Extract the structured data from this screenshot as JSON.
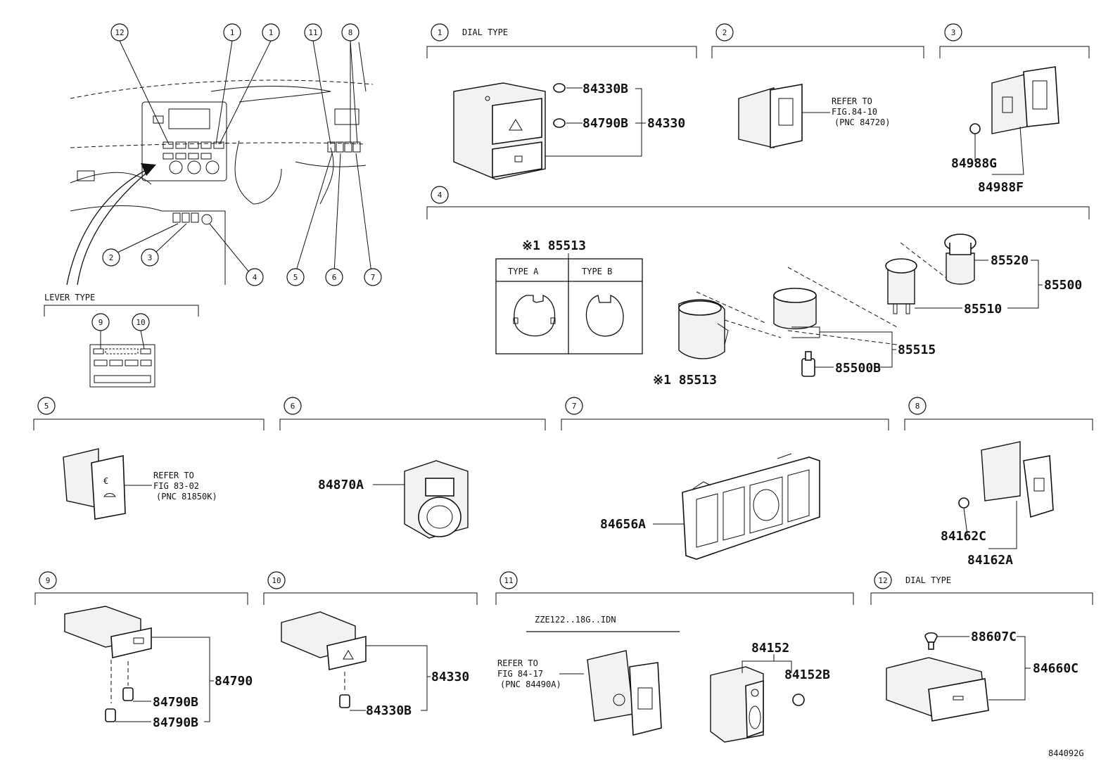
{
  "callouts": {
    "c1": "1",
    "c2": "2",
    "c3": "3",
    "c4": "4",
    "c5": "5",
    "c6": "6",
    "c7": "7",
    "c8": "8",
    "c9": "9",
    "c10": "10",
    "c11": "11",
    "c12": "12"
  },
  "headers": {
    "dial_type": "DIAL TYPE",
    "lever_type": "LEVER TYPE"
  },
  "section1": {
    "pn_a": "84330B",
    "pn_b": "84790B",
    "pn_assy": "84330"
  },
  "section2": {
    "ref1": "REFER TO",
    "ref2": "FIG.84-10",
    "ref3": "(PNC 84720)"
  },
  "section3": {
    "pn_a": "84988G",
    "pn_b": "84988F"
  },
  "section4": {
    "type_box_pn": "※1 85513",
    "type_a": "TYPE  A",
    "type_b": "TYPE  B",
    "pn_sleeve": "※1 85513",
    "pn_85520": "85520",
    "pn_85500": "85500",
    "pn_85510": "85510",
    "pn_85515": "85515",
    "pn_85500b": "85500B"
  },
  "section5": {
    "ref1": "REFER TO",
    "ref2": "FIG 83-02",
    "ref3": "(PNC 81850K)"
  },
  "section6": {
    "pn": "84870A"
  },
  "section7": {
    "pn": "84656A"
  },
  "section8": {
    "pn_a": "84162C",
    "pn_b": "84162A"
  },
  "section9": {
    "pn_assy": "84790",
    "pn_a": "84790B",
    "pn_b": "84790B"
  },
  "section10": {
    "pn_assy": "84330",
    "pn_a": "84330B"
  },
  "section11": {
    "condition": "ZZE122..18G..IDN",
    "ref1": "REFER TO",
    "ref2": "FIG 84-17",
    "ref3": "(PNC 84490A)",
    "pn_assy": "84152",
    "pn_a": "84152B"
  },
  "section12": {
    "pn_a": "88607C",
    "pn_assy": "84660C"
  },
  "figure_code": "844092G"
}
